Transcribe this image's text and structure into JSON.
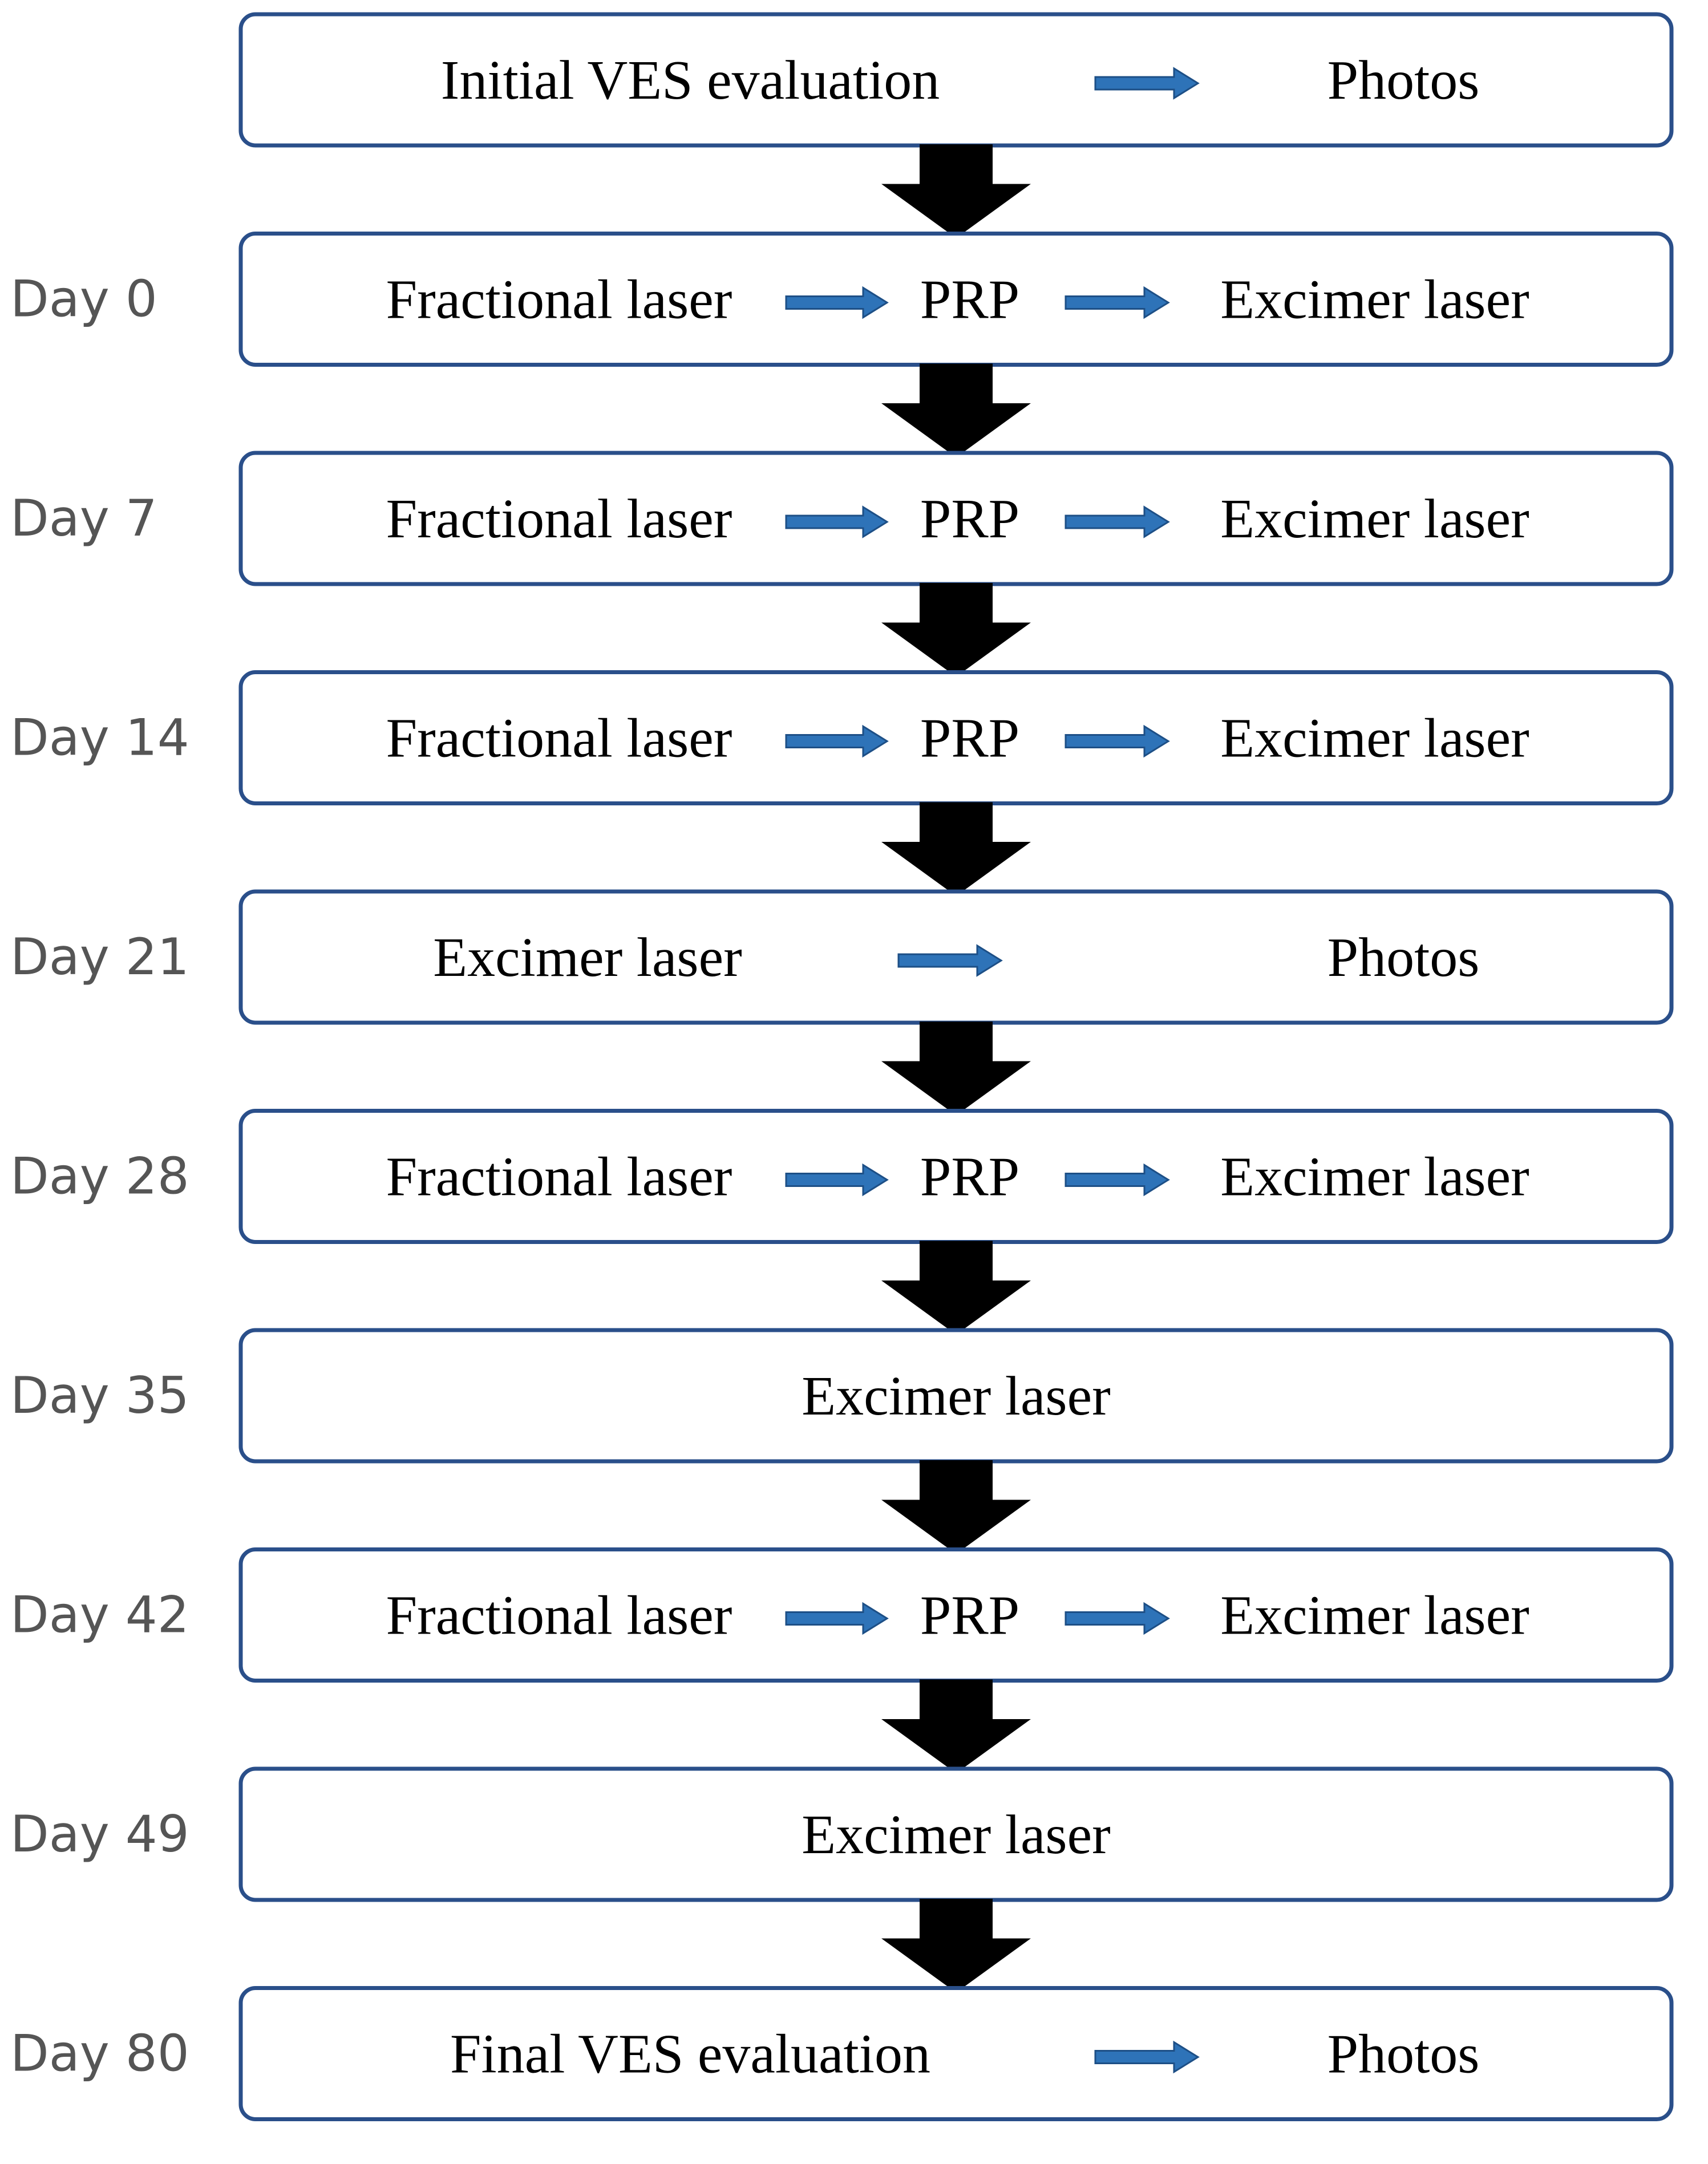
{
  "colors": {
    "box_border": "#2a4f8a",
    "blue_arrow": "#2e73b8",
    "down_arrow": "#000000",
    "day_label": "#555555",
    "text": "#000000"
  },
  "rows": [
    {
      "day": "",
      "steps": [
        "Initial VES evaluation",
        "Photos"
      ]
    },
    {
      "day": "Day 0",
      "steps": [
        "Fractional laser",
        "PRP",
        "Excimer laser"
      ]
    },
    {
      "day": "Day 7",
      "steps": [
        "Fractional laser",
        "PRP",
        "Excimer laser"
      ]
    },
    {
      "day": "Day 14",
      "steps": [
        "Fractional laser",
        "PRP",
        "Excimer laser"
      ]
    },
    {
      "day": "Day 21",
      "steps": [
        "Excimer laser",
        "Photos"
      ]
    },
    {
      "day": "Day 28",
      "steps": [
        "Fractional laser",
        "PRP",
        "Excimer laser"
      ]
    },
    {
      "day": "Day 35",
      "steps": [
        "Excimer laser"
      ]
    },
    {
      "day": "Day 42",
      "steps": [
        "Fractional laser",
        "PRP",
        "Excimer laser"
      ]
    },
    {
      "day": "Day 49",
      "steps": [
        "Excimer laser"
      ]
    },
    {
      "day": "Day 80",
      "steps": [
        "Final VES evaluation",
        "Photos"
      ]
    }
  ]
}
